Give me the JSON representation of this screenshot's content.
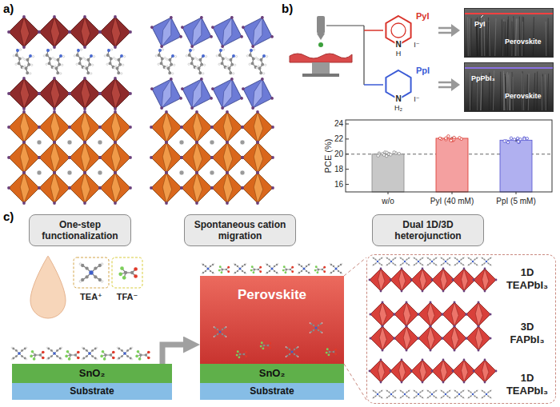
{
  "diagram": {
    "nodes": [
      {
        "text": [
          "PyI",
          "Perovskite"
        ]
      },
      {
        "text": [
          "PpPbI₃",
          "Perovskite"
        ]
      },
      {
        "text": [
          "One-step functionalization"
        ]
      },
      {
        "text": [
          "Spontaneous cation migration"
        ]
      },
      {
        "text": [
          "Dual 1D/3D heterojunction"
        ]
      },
      {
        "text": [
          "SnO₂"
        ]
      },
      {
        "text": [
          "Substrate"
        ]
      },
      {
        "text": [
          "Perovskite"
        ]
      },
      {
        "text": [
          "SnO₂"
        ]
      },
      {
        "text": [
          "Substrate"
        ]
      },
      {
        "text": [
          "1D TEAPbI₃",
          "3D FAPbI₃",
          "1D TEAPbI₃"
        ]
      }
    ],
    "edges": [
      {
        "from": 5,
        "to": 7,
        "arrow": "to"
      }
    ],
    "labels": [
      "a)",
      "b)",
      "c)",
      "PyI",
      "N",
      "H",
      "I⁻",
      "PpI",
      "N",
      "H₂",
      "I⁻",
      "PCE (%)",
      "24",
      "22",
      "20",
      "18",
      "16",
      "w/o",
      "PyI (40 mM)",
      "PpI (5 mM)",
      "TEA⁺",
      "TFA⁻"
    ]
  }
}
